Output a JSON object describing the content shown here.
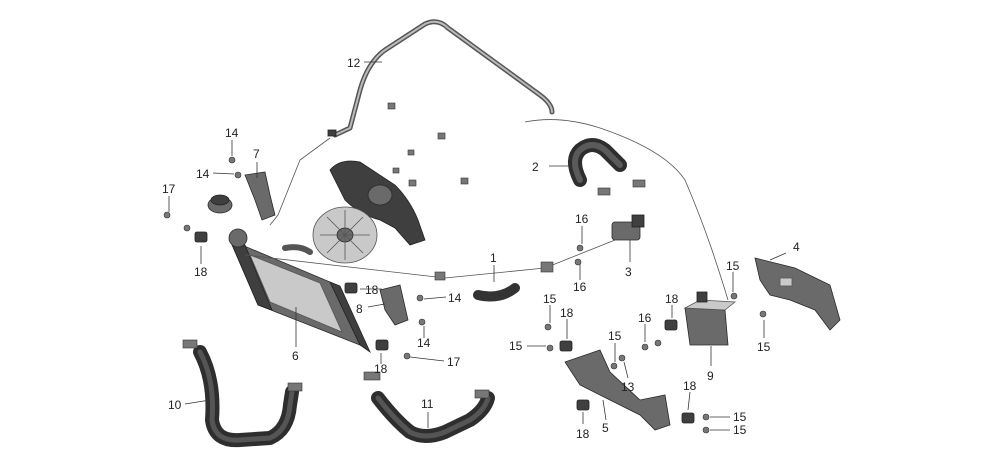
{
  "callouts": [
    {
      "id": "c12",
      "text": "12"
    },
    {
      "id": "c2",
      "text": "2"
    },
    {
      "id": "c14a",
      "text": "14"
    },
    {
      "id": "c14b",
      "text": "14"
    },
    {
      "id": "c7",
      "text": "7"
    },
    {
      "id": "c17a",
      "text": "17"
    },
    {
      "id": "c18a",
      "text": "18"
    },
    {
      "id": "c16a",
      "text": "16"
    },
    {
      "id": "c3",
      "text": "3"
    },
    {
      "id": "c16b",
      "text": "16"
    },
    {
      "id": "c1",
      "text": "1"
    },
    {
      "id": "c4",
      "text": "4"
    },
    {
      "id": "c15a",
      "text": "15"
    },
    {
      "id": "c15b",
      "text": "15"
    },
    {
      "id": "c18b",
      "text": "18"
    },
    {
      "id": "c14c",
      "text": "14"
    },
    {
      "id": "c8",
      "text": "8"
    },
    {
      "id": "c14d",
      "text": "14"
    },
    {
      "id": "c15c",
      "text": "15"
    },
    {
      "id": "c18c",
      "text": "18"
    },
    {
      "id": "c15d",
      "text": "15"
    },
    {
      "id": "c16c",
      "text": "16"
    },
    {
      "id": "c18d",
      "text": "18"
    },
    {
      "id": "c15e",
      "text": "15"
    },
    {
      "id": "c6",
      "text": "6"
    },
    {
      "id": "c18e",
      "text": "18"
    },
    {
      "id": "c17b",
      "text": "17"
    },
    {
      "id": "c13",
      "text": "13"
    },
    {
      "id": "c9",
      "text": "9"
    },
    {
      "id": "c18f",
      "text": "18"
    },
    {
      "id": "c10",
      "text": "10"
    },
    {
      "id": "c11",
      "text": "11"
    },
    {
      "id": "c5",
      "text": "5"
    },
    {
      "id": "c18g",
      "text": "18"
    },
    {
      "id": "c15f",
      "text": "15"
    },
    {
      "id": "c15g",
      "text": "15"
    }
  ]
}
